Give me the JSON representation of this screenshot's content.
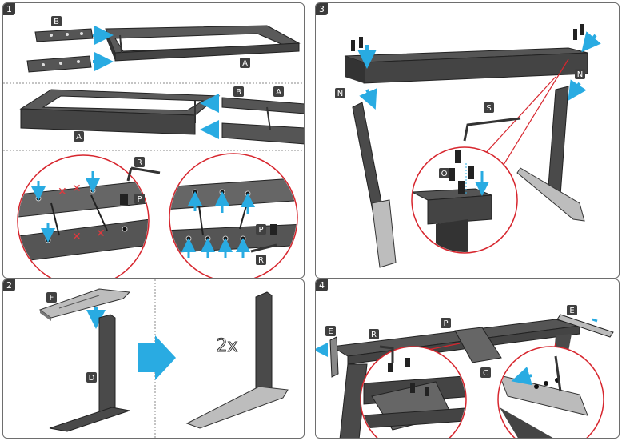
{
  "steps": [
    {
      "number": "1"
    },
    {
      "number": "2"
    },
    {
      "number": "3"
    },
    {
      "number": "4"
    }
  ],
  "parts": {
    "A": "A",
    "B": "B",
    "C": "C",
    "D": "D",
    "E": "E",
    "F": "F",
    "N": "N",
    "O": "O",
    "P": "P",
    "R": "R",
    "S": "S"
  },
  "multiplier": "2x",
  "colors": {
    "arrow": "#29abe2",
    "cross": "#e0393e",
    "metal": "#3d3d3d",
    "highlight_line": "#d7262e",
    "label_bg": "#404040"
  }
}
